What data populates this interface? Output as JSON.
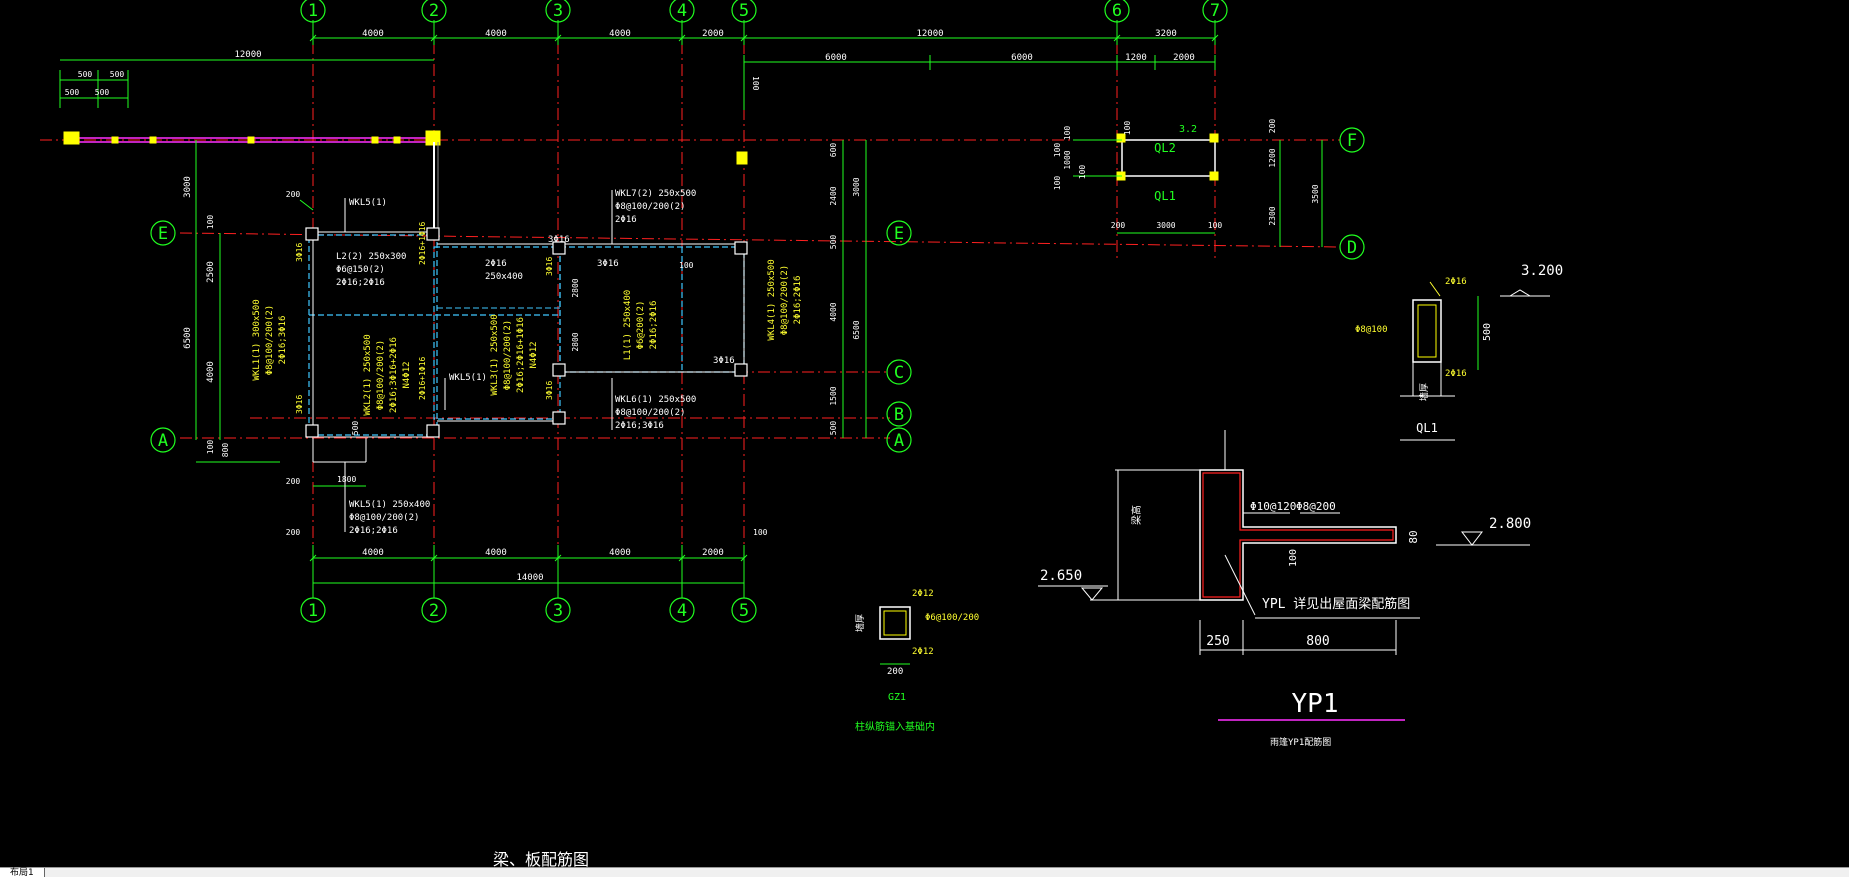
{
  "colors": {
    "background": "#000000",
    "axis_line": "#ff2020",
    "dimension": "#20ff20",
    "annotation": "#ffff30",
    "beam": "#40c8ff",
    "wall": "#ffffff",
    "bubble": "#20ff20",
    "column": "#ffff00",
    "magenta": "#ff30ff"
  },
  "grid": {
    "columns_top": [
      "1",
      "2",
      "3",
      "4",
      "5",
      "6",
      "7"
    ],
    "columns_bottom": [
      "1",
      "2",
      "3",
      "4",
      "5"
    ],
    "rows_left": [
      "E",
      "A"
    ],
    "rows_mid": [
      "E",
      "C",
      "B",
      "A"
    ],
    "rows_right": [
      "F",
      "D"
    ]
  },
  "dims": {
    "top_overall_left": "12000",
    "top_left_subs": [
      "500",
      "500",
      "500",
      "500"
    ],
    "top_spans": [
      "4000",
      "4000",
      "4000",
      "2000",
      "12000",
      "3200"
    ],
    "top_second": [
      "6000",
      "6000",
      "1200",
      "2000"
    ],
    "small_100": "100",
    "bottom_spans": [
      "4000",
      "4000",
      "4000",
      "2000"
    ],
    "bottom_total": "14000",
    "left_vertical": [
      "3000",
      "2500",
      "6500",
      "4000",
      "100",
      "100",
      "800"
    ],
    "right_vertical": [
      "600",
      "2400",
      "3000",
      "500",
      "4000",
      "6500",
      "1500",
      "500"
    ],
    "side_200": [
      "200",
      "200",
      "200",
      "200"
    ],
    "d1800": "1800",
    "d500": "500",
    "right_detail": [
      "100",
      "100",
      "100",
      "1000",
      "100",
      "200",
      "1200",
      "3500",
      "2300",
      "200",
      "3000",
      "100"
    ]
  },
  "labels": {
    "wkl5_top": "WKL5(1)",
    "wkl7": [
      "WKL7(2) 250x500",
      "Φ8@100/200(2)",
      "2Φ16"
    ],
    "l2": [
      "L2(2) 250x300",
      "Φ6@150(2)",
      "2Φ16;2Φ16"
    ],
    "mid_beam": [
      "2Φ16",
      "250x400"
    ],
    "l1": [
      "L1(1) 250x400",
      "Φ6@200(2)",
      "2Φ16;2Φ16"
    ],
    "wkl4": [
      "WKL4(1) 250x500",
      "Φ8@100/200(2)",
      "2Φ16;2Φ16"
    ],
    "wkl1": [
      "WKL1(1) 300x500",
      "Φ8@100/200(2)",
      "2Φ16;3Φ16"
    ],
    "wkl2": [
      "WKL2(1) 250x500",
      "Φ8@100/200(2)",
      "2Φ16;3Φ16+2Φ16",
      "N4Φ12"
    ],
    "wkl3": [
      "WKL3(1) 250x500",
      "Φ8@100/200(2)",
      "2Φ16;2Φ16+1Φ16",
      "N4Φ12"
    ],
    "wkl5_mid": "WKL5(1)",
    "wkl6": [
      "WKL6(1) 250x500",
      "Φ8@100/200(2)",
      "2Φ16;3Φ16"
    ],
    "wkl5_bot": [
      "WKL5(1) 250x400",
      "Φ8@100/200(2)",
      "2Φ16;2Φ16"
    ],
    "rebar_3phi16": "3Φ16",
    "rebar_2phi16_3phi16": "2Φ16+1Φ16",
    "rebar_3phi16_v": "3Φ16",
    "ql2": "QL2",
    "ql1": "QL1",
    "elev_3200": "3.200",
    "elev_2800": "2.800",
    "elev_2650": "2.650",
    "ql1_section": [
      "2Φ16",
      "Φ8@100",
      "500",
      "2Φ16",
      "墙厚",
      "QL1"
    ],
    "gz_section": [
      "2Φ12",
      "Φ6@100/200",
      "2Φ12",
      "墙厚",
      "200",
      "GZ1",
      "柱纵筋锚入基础内"
    ],
    "yp_section": [
      "Φ10@120",
      "Φ8@200",
      "100",
      "80",
      "梁高",
      "250",
      "800",
      "YPL 详见出屋面梁配筋图",
      "YP1"
    ],
    "plan_title": "梁、板配筋图",
    "caption_right": "雨篷YP1配筋图"
  },
  "tabs": {
    "layout1": "布局1"
  }
}
